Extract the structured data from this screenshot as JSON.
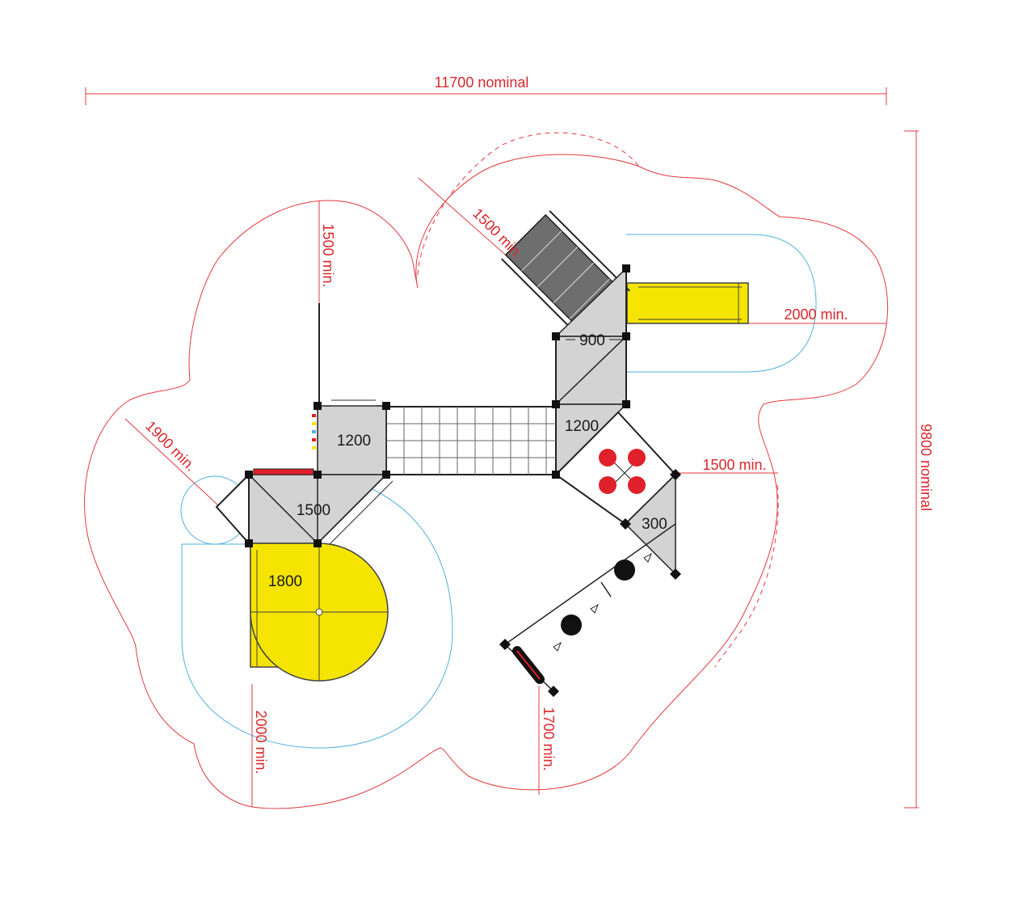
{
  "dimensions": {
    "width_label": "11700 nominal",
    "height_label": "9800 nominal",
    "clearance_top_left": "1500 min.",
    "clearance_top_diag": "1500 min.",
    "clearance_left_diag": "1900 min.",
    "clearance_right_slide": "2000 min.",
    "clearance_right_mid": "1500 min.",
    "clearance_bottom_left": "2000 min.",
    "clearance_bottom_mid": "1700 min."
  },
  "decks": {
    "deck_900": "900",
    "deck_1200_left": "1200",
    "deck_1200_right": "1200",
    "deck_1500": "1500",
    "deck_1800": "1800",
    "deck_300": "300"
  },
  "colors": {
    "dimension": "#d9262b",
    "safety_zone": "#e23a3f",
    "fall_zone": "#4fb0dc",
    "slide": "#f4e400",
    "deck": "#d3d3d3",
    "panel_accent": "#e0202a"
  }
}
